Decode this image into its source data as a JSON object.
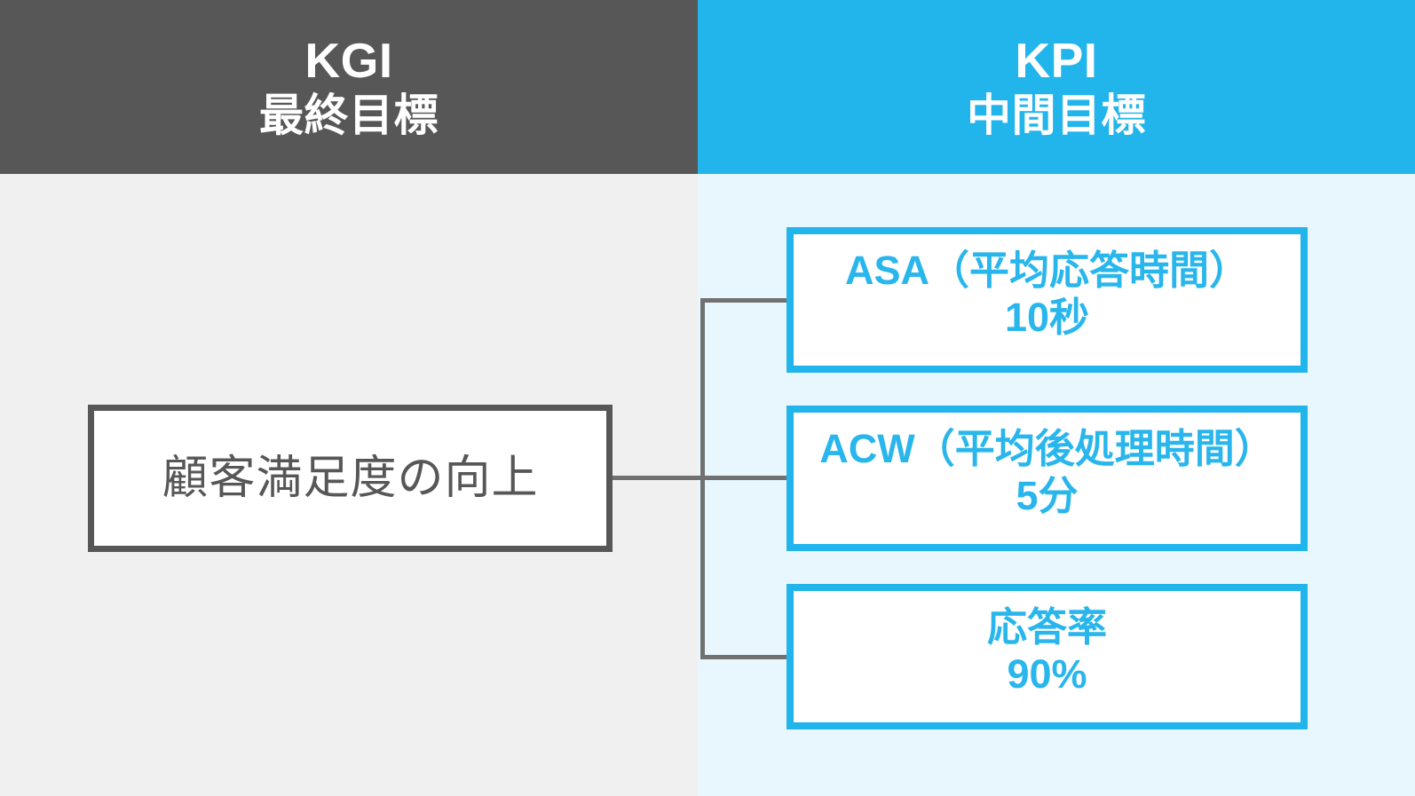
{
  "columns": {
    "kgi": {
      "title": "KGI",
      "subtitle": "最終目標",
      "header_bg": "#575757",
      "body_bg": "#f0f0f0"
    },
    "kpi": {
      "title": "KPI",
      "subtitle": "中間目標",
      "header_bg": "#22b5ec",
      "body_bg": "#e8f6fd"
    }
  },
  "kgi_node": {
    "label": "顧客満足度の向上",
    "border_color": "#575757",
    "text_color": "#575757"
  },
  "kpi_nodes": [
    {
      "title": "ASA（平均応答時間）",
      "value": "10秒",
      "border_color": "#22b5ec",
      "text_color": "#29b6ec"
    },
    {
      "title": "ACW（平均後処理時間）",
      "value": "5分",
      "border_color": "#22b5ec",
      "text_color": "#29b6ec"
    },
    {
      "title": "応答率",
      "value": "90%",
      "border_color": "#22b5ec",
      "text_color": "#29b6ec"
    }
  ],
  "connectors": {
    "color": "#717171",
    "description": "KGI node branches right into three KPI nodes"
  }
}
